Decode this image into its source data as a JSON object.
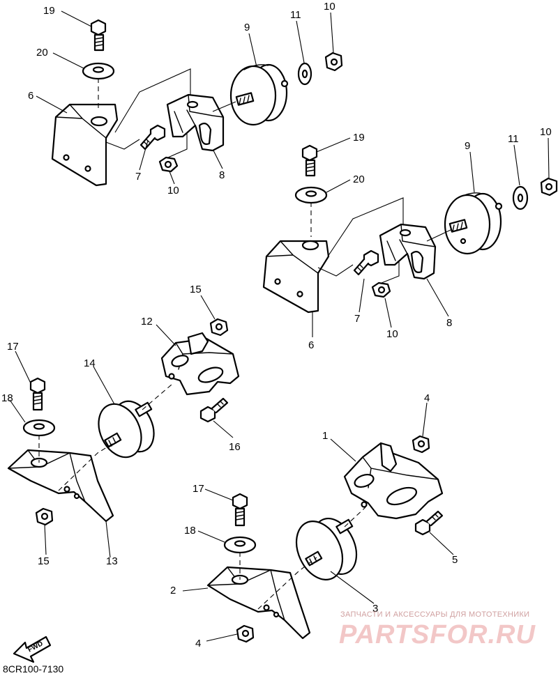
{
  "diagram": {
    "catalog_number": "8CR100-7130",
    "fwd_label": "FWD",
    "watermark": {
      "tagline": "ЗАПЧАСТИ И АКСЕССУАРЫ ДЛЯ МОТОТЕХНИКИ",
      "brand": "PARTSFOR.RU"
    },
    "callouts": {
      "c1": "1",
      "c2": "2",
      "c3": "3",
      "c4a": "4",
      "c4b": "4",
      "c5": "5",
      "c6a": "6",
      "c6b": "6",
      "c7a": "7",
      "c7b": "7",
      "c8a": "8",
      "c8b": "8",
      "c9a": "9",
      "c9b": "9",
      "c10a": "10",
      "c10b": "10",
      "c10c": "10",
      "c10d": "10",
      "c11a": "11",
      "c11b": "11",
      "c12": "12",
      "c13": "13",
      "c14": "14",
      "c15a": "15",
      "c15b": "15",
      "c16": "16",
      "c17a": "17",
      "c17b": "17",
      "c18a": "18",
      "c18b": "18",
      "c19a": "19",
      "c19b": "19",
      "c20a": "20",
      "c20b": "20"
    }
  }
}
